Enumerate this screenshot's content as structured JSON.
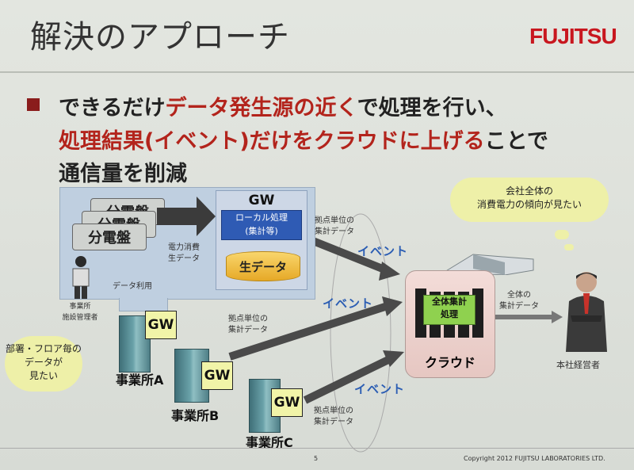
{
  "slide": {
    "title": "解決のアプローチ",
    "logo": "FUJITSU",
    "bullet": {
      "l1_a": "できるだけ",
      "l1_b": "データ発生源の近く",
      "l1_c": "で処理を行い、",
      "l2_a": "処理結果(イベント)だけをクラウドに上げる",
      "l2_b": "ことで",
      "l3": "通信量を削減"
    }
  },
  "diagram": {
    "panels": [
      "分電盤",
      "分電盤",
      "分電盤"
    ],
    "gw": "GW",
    "local_processing": "ローカル処理",
    "aggregate_note": "(集計等)",
    "raw_data": "生データ",
    "power_raw": "電力消費\n生データ",
    "data_use": "データ利用",
    "manager": "事業所\n施設管理者",
    "site_data": "拠点単位の\n集計データ",
    "event": "イベント",
    "cloud_process": "全体集計\n処理",
    "cloud": "クラウド",
    "total_data": "全体の\n集計データ",
    "executive": "本社経営者",
    "exec_thought": "会社全体の\n消費電力の傾向が見たい",
    "dept_thought": "部署・フロア毎の\nデータが\n見たい",
    "office_a": "事業所A",
    "office_b": "事業所B",
    "office_c": "事業所C"
  },
  "footer": {
    "page": "5",
    "copyright": "Copyright 2012 FUJITSU LABORATORIES LTD."
  }
}
